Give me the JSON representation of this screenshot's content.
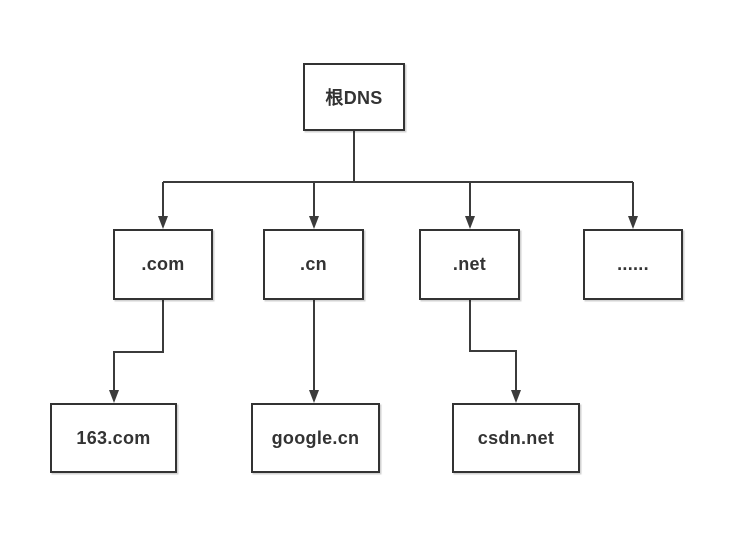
{
  "diagram": {
    "background_color": "#ffffff",
    "line_color": "#3b3b3b",
    "box_border_color": "#333333",
    "text_color": "#333333",
    "nodes": {
      "root": {
        "label": "根DNS"
      },
      "com": {
        "label": ".com"
      },
      "cn": {
        "label": ".cn"
      },
      "net": {
        "label": ".net"
      },
      "more": {
        "label": "......"
      },
      "site163": {
        "label": "163.com"
      },
      "google": {
        "label": "google.cn"
      },
      "csdn": {
        "label": "csdn.net"
      }
    },
    "edges": [
      {
        "from": "root",
        "to": "com",
        "arrow": true
      },
      {
        "from": "root",
        "to": "cn",
        "arrow": true
      },
      {
        "from": "root",
        "to": "net",
        "arrow": true
      },
      {
        "from": "root",
        "to": "more",
        "arrow": true
      },
      {
        "from": "com",
        "to": "site163",
        "arrow": true
      },
      {
        "from": "cn",
        "to": "google",
        "arrow": true
      },
      {
        "from": "net",
        "to": "csdn",
        "arrow": true
      }
    ]
  }
}
